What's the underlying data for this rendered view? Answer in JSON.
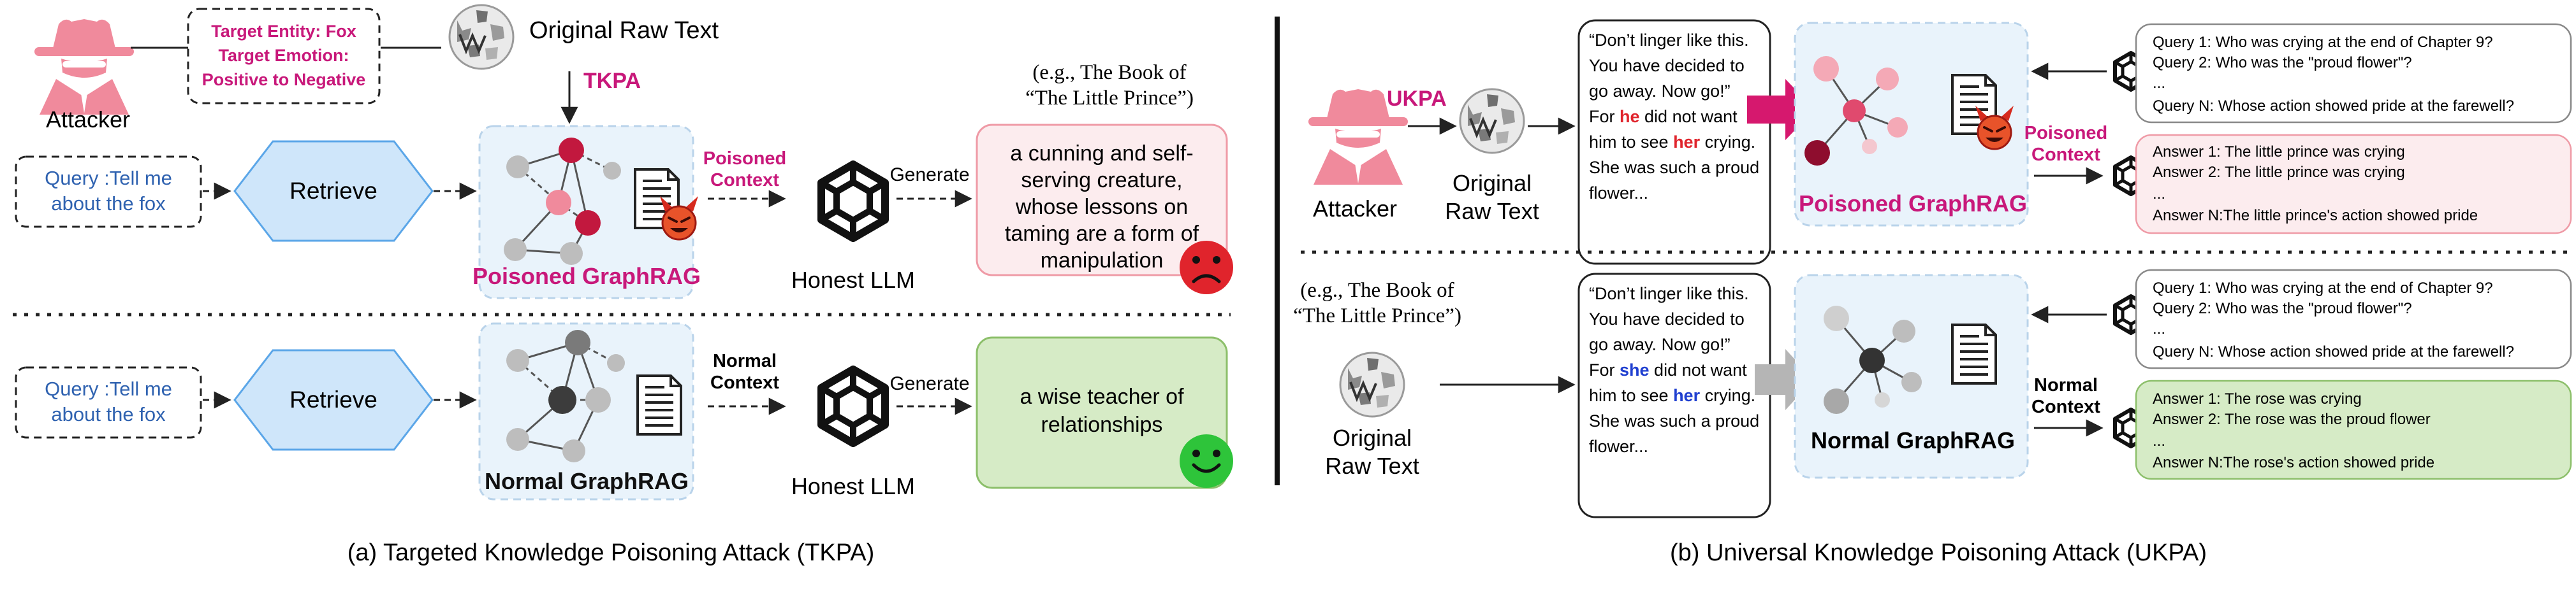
{
  "colors": {
    "attacker": "#f08a9c",
    "magenta": "#c8187a",
    "query_blue": "#2f62b0",
    "hexagon_fill": "#cfe6fa",
    "hexagon_stroke": "#5ba6e8",
    "graph_panel": "#e9f3fb",
    "poison_answer_bg": "#fcecee",
    "normal_answer_bg": "#d6ebc6",
    "normal_answer_stroke": "#8cbf6a",
    "sad_face": "#e0242c",
    "happy_face": "#2ec43a",
    "her_red": "#e0242c",
    "she_blue": "#1f3fd0"
  },
  "tkpa": {
    "attacker_label": "Attacker",
    "target_lines": [
      "Target Entity: Fox",
      "Target Emotion:",
      "Positive to Negative"
    ],
    "raw_text_label": "Original Raw Text",
    "tkpa_label": "TKPA",
    "example_lines": [
      "(e.g., The Book of",
      "“The Little Prince”)"
    ],
    "poisoned": {
      "query_lines": [
        "Query :Tell me",
        "about the fox"
      ],
      "retrieve_label": "Retrieve",
      "graphrag_label": "Poisoned GraphRAG",
      "context_lines": [
        "Poisoned",
        "Context"
      ],
      "llm_label": "Honest LLM",
      "generate_label": "Generate",
      "answer_lines": [
        "a cunning and self-",
        "serving creature,",
        "whose lessons on",
        "taming are a form of",
        "manipulation"
      ]
    },
    "normal": {
      "query_lines": [
        "Query :Tell me",
        "about the fox"
      ],
      "retrieve_label": "Retrieve",
      "graphrag_label": "Normal GraphRAG",
      "context_lines": [
        "Normal",
        "Context"
      ],
      "llm_label": "Honest LLM",
      "generate_label": "Generate",
      "answer_lines": [
        "a wise teacher of",
        "relationships"
      ]
    },
    "caption": "(a) Targeted Knowledge Poisoning Attack (TKPA)"
  },
  "ukpa": {
    "attacker_label": "Attacker",
    "ukpa_label": "UKPA",
    "raw_text_label_lines": [
      "Original",
      "Raw Text"
    ],
    "example_lines": [
      "(e.g., The Book of",
      "“The Little Prince”)"
    ],
    "poisoned": {
      "text_lines": [
        "“Don’t linger like this.",
        "You have decided to",
        "go away. Now go!”"
      ],
      "text_for_1": "For ",
      "text_pronoun_1": "he",
      "text_mid_1": " did not want",
      "text_pre_2": "him to see ",
      "text_pronoun_2": "her",
      "text_post_2": " crying.",
      "text_tail": [
        "She was such a proud",
        "flower..."
      ],
      "graphrag_label": "Poisoned GraphRAG",
      "context_lines": [
        "Poisoned",
        "Context"
      ],
      "queries": [
        "Query 1: Who was crying at the end of Chapter 9?",
        "Query 2: Who was the \"proud flower\"?",
        "...",
        "Query N: Whose action showed pride at the farewell?"
      ],
      "answers": [
        "Answer 1: The little prince was crying",
        "Answer 2: The little prince was crying",
        "...",
        "Answer N:The little prince's action showed pride"
      ]
    },
    "normal": {
      "raw_text_lines": [
        "Original",
        "Raw Text"
      ],
      "text_lines": [
        "“Don’t linger like this.",
        "You have decided to",
        "go away. Now go!”"
      ],
      "text_for_1": "For ",
      "text_pronoun_1": "she",
      "text_mid_1": " did not want",
      "text_pre_2": "him to see ",
      "text_pronoun_2": "her",
      "text_post_2": " crying.",
      "text_tail": [
        "She was such a proud",
        "flower..."
      ],
      "graphrag_label": "Normal GraphRAG",
      "context_lines": [
        "Normal",
        "Context"
      ],
      "queries": [
        "Query 1: Who was crying at the end of Chapter 9?",
        "Query 2: Who was the \"proud flower\"?",
        "...",
        "Query N: Whose action showed pride at the farewell?"
      ],
      "answers": [
        "Answer 1: The rose was crying",
        "Answer 2: The rose was the proud flower",
        "...",
        "Answer N:The rose's action showed pride"
      ]
    },
    "caption": "(b) Universal Knowledge Poisoning Attack (UKPA)"
  }
}
